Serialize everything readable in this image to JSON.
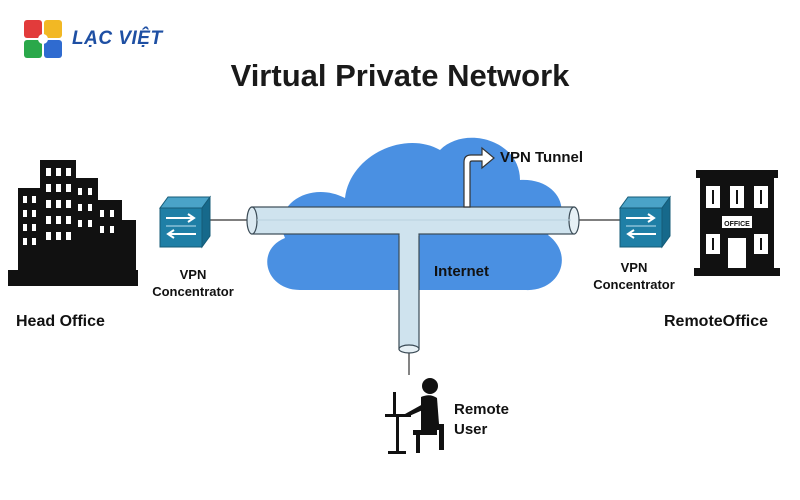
{
  "brand": {
    "name": "LẠC VIỆT"
  },
  "title": "Virtual Private Network",
  "nodes": {
    "head_office": "Head Office",
    "remote_office": "RemoteOffice",
    "vpn_left_line1": "VPN",
    "vpn_left_line2": "Concentrator",
    "vpn_right_line1": "VPN",
    "vpn_right_line2": "Concentrator",
    "internet": "Internet",
    "vpn_tunnel": "VPN Tunnel",
    "remote_user_line1": "Remote",
    "remote_user_line2": "User",
    "office_sign": "OFFICE"
  },
  "colors": {
    "cloud": "#4a90e2",
    "pipe_fill": "#cfe3ee",
    "pipe_stroke": "#3a4a55",
    "device": "#1f7fa6",
    "logo": [
      "#e23b3b",
      "#2aa84a",
      "#f2b824",
      "#2f6bd0"
    ],
    "brand_text": "#1e4fa3"
  }
}
